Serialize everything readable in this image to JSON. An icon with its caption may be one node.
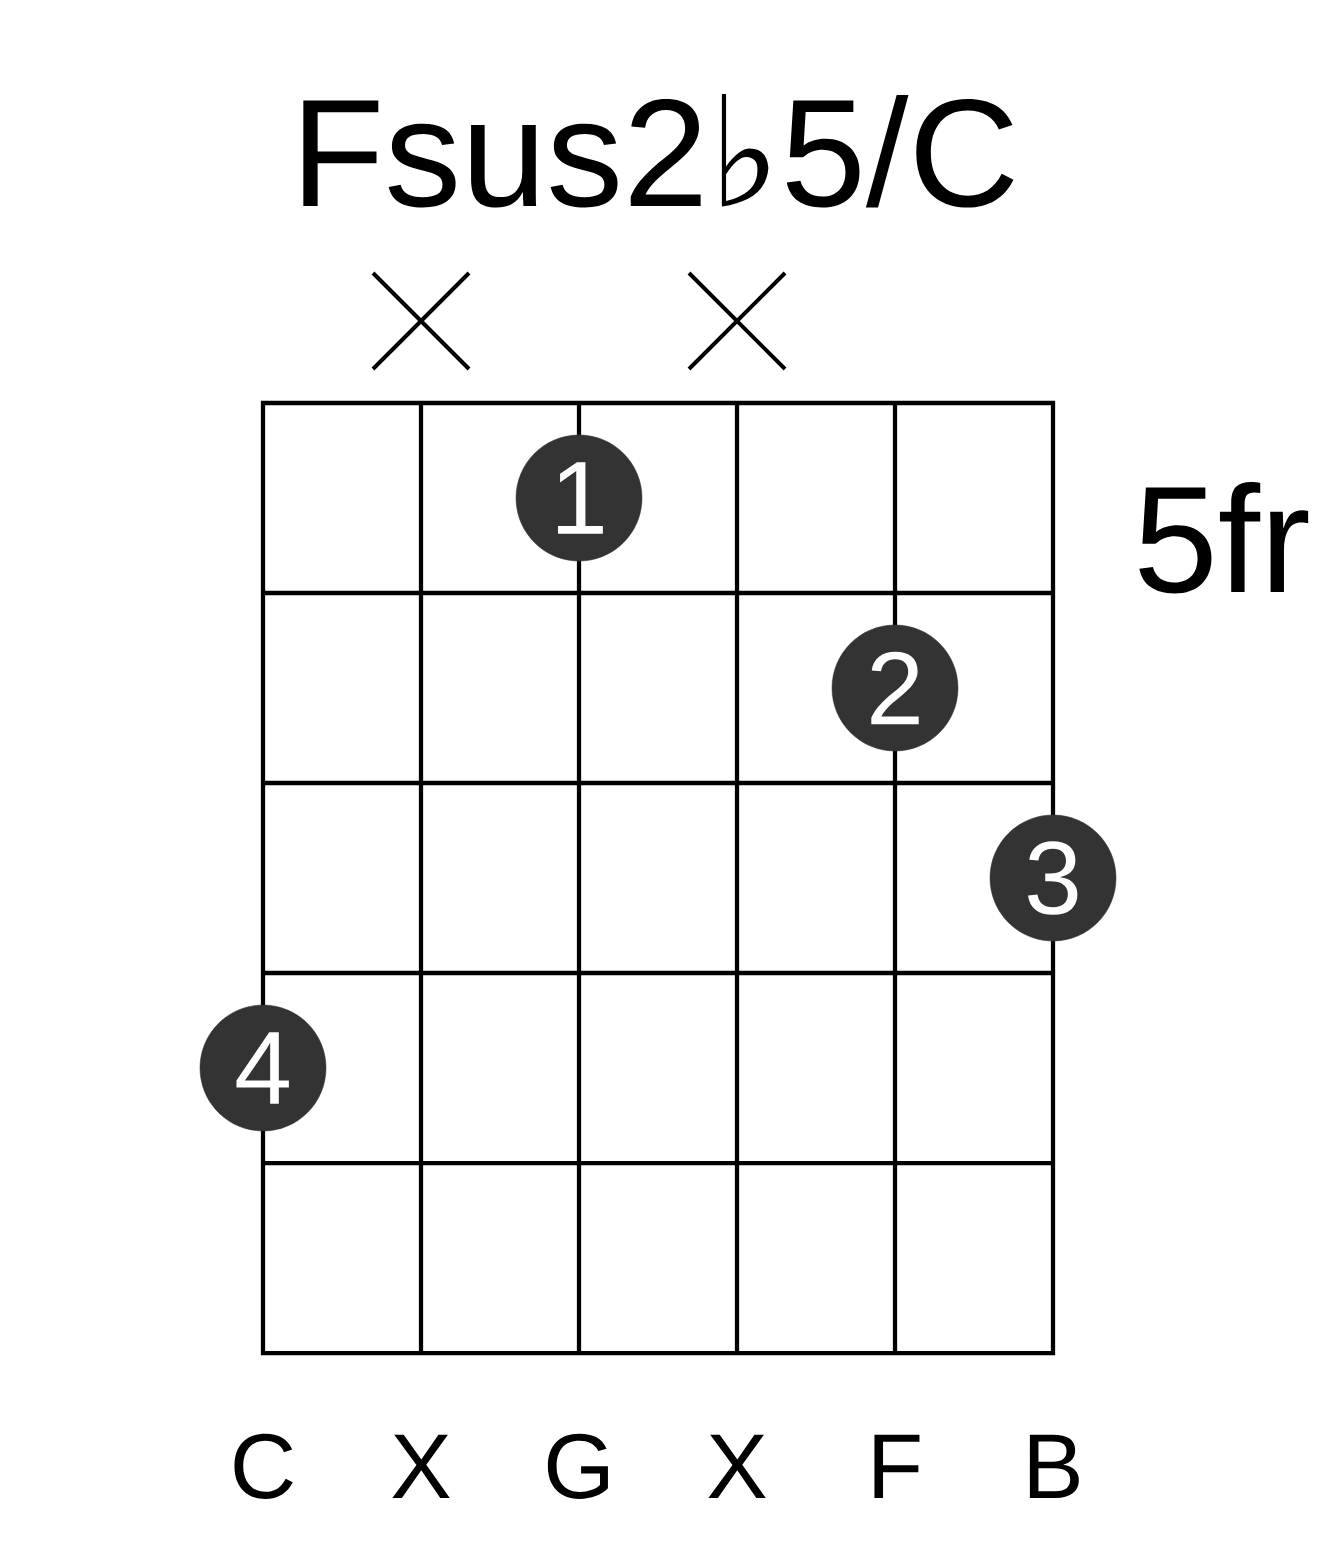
{
  "diagram": {
    "title": "Fsus2♭5/C",
    "nodes": [
      {
        "text": [
          "1"
        ]
      },
      {
        "text": [
          "2"
        ]
      },
      {
        "text": [
          "3"
        ]
      },
      {
        "text": [
          "4"
        ]
      }
    ],
    "labels": [
      "5fr",
      "C",
      "X",
      "G",
      "X",
      "F",
      "B"
    ]
  }
}
